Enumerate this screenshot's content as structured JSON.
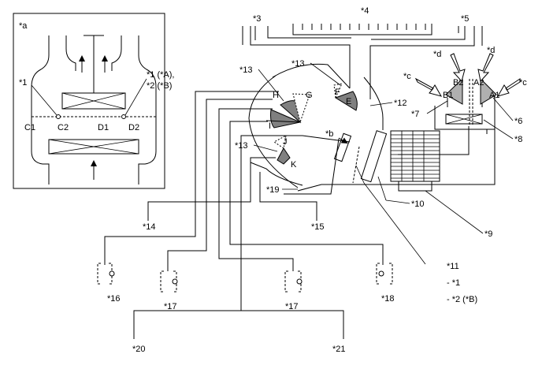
{
  "inset": {
    "label": "*a",
    "callout_1": "*1",
    "callout_1A": "*1 (*A),",
    "callout_2B": "*2 (*B)",
    "C1": "C1",
    "C2": "C2",
    "D1": "D1",
    "D2": "D2"
  },
  "callouts": {
    "c3": "*3",
    "c4": "*4",
    "c5": "*5",
    "c12": "*12",
    "c13a": "*13",
    "c13b": "*13",
    "c13c": "*13",
    "cd1": "*d",
    "cd2": "*d",
    "cc1": "*c",
    "cc2": "*c",
    "c7": "*7",
    "c6": "*6",
    "c8": "*8",
    "cb": "*b",
    "c19": "*19",
    "c10": "*10",
    "c9": "*9",
    "c14": "*14",
    "c15": "*15",
    "c11": "*11",
    "c11_1": "- *1",
    "c11_2": "- *2 (*B)",
    "c16": "*16",
    "c17a": "*17",
    "c17b": "*17",
    "c18": "*18",
    "c20": "*20",
    "c21": "*21"
  },
  "dampers": {
    "E": "E",
    "F": "F",
    "G": "G",
    "H": "H",
    "I": "I",
    "J": "J",
    "K": "K",
    "A1": "A1",
    "A2": "A2",
    "B1": "B1",
    "B2": "B2"
  }
}
